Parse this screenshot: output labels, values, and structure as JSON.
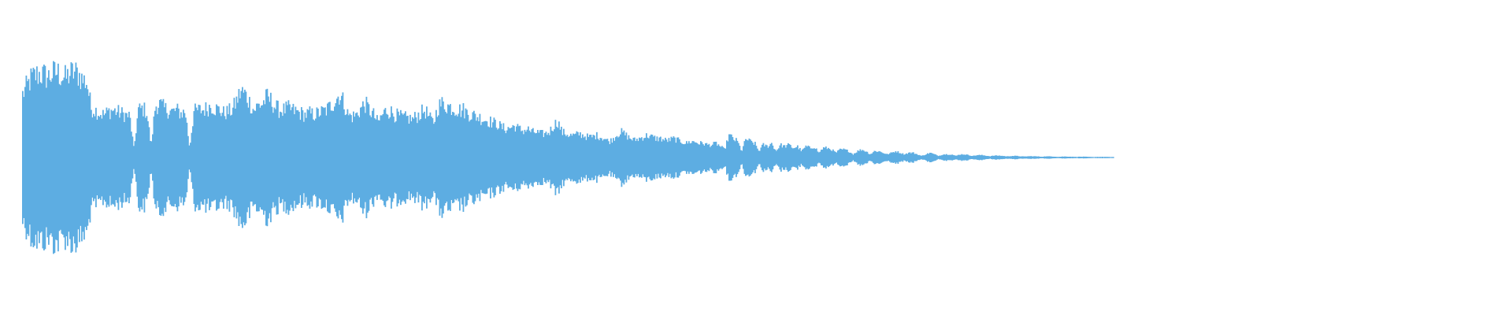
{
  "waveform": {
    "color": "#5dade2",
    "background": "#ffffff",
    "envelope": [
      0.4,
      0.45,
      0.5,
      0.52,
      0.53,
      0.52,
      0.51,
      0.53,
      0.54,
      0.52,
      0.5,
      0.53,
      0.54,
      0.53,
      0.49,
      0.48,
      0.31,
      0.3,
      0.28,
      0.27,
      0.29,
      0.3,
      0.29,
      0.28,
      0.27,
      0.26,
      0.05,
      0.3,
      0.31,
      0.29,
      0.07,
      0.33,
      0.34,
      0.31,
      0.3,
      0.29,
      0.3,
      0.28,
      0.29,
      0.06,
      0.29,
      0.3,
      0.3,
      0.31,
      0.33,
      0.31,
      0.3,
      0.28,
      0.29,
      0.3,
      0.36,
      0.42,
      0.4,
      0.35,
      0.3,
      0.33,
      0.34,
      0.38,
      0.36,
      0.32,
      0.3,
      0.3,
      0.31,
      0.3,
      0.29,
      0.28,
      0.27,
      0.28,
      0.27,
      0.28,
      0.29,
      0.3,
      0.33,
      0.36,
      0.4,
      0.35,
      0.27,
      0.26,
      0.27,
      0.31,
      0.34,
      0.3,
      0.27,
      0.22,
      0.27,
      0.3,
      0.29,
      0.27,
      0.26,
      0.25,
      0.25,
      0.24,
      0.26,
      0.28,
      0.3,
      0.25,
      0.22,
      0.32,
      0.34,
      0.33,
      0.32,
      0.31,
      0.3,
      0.3,
      0.28,
      0.27,
      0.26,
      0.25,
      0.24,
      0.23,
      0.22,
      0.21,
      0.19,
      0.18,
      0.19,
      0.2,
      0.18,
      0.17,
      0.18,
      0.16,
      0.16,
      0.15,
      0.15,
      0.16,
      0.2,
      0.23,
      0.16,
      0.15,
      0.14,
      0.14,
      0.15,
      0.14,
      0.13,
      0.13,
      0.14,
      0.13,
      0.12,
      0.1,
      0.12,
      0.15,
      0.16,
      0.14,
      0.12,
      0.11,
      0.12,
      0.13,
      0.14,
      0.13,
      0.12,
      0.12,
      0.11,
      0.11,
      0.12,
      0.11,
      0.1,
      0.09,
      0.1,
      0.1,
      0.09,
      0.09,
      0.08,
      0.08,
      0.09,
      0.07,
      0.05,
      0.14,
      0.12,
      0.1,
      0.04,
      0.12,
      0.1,
      0.09,
      0.04,
      0.08,
      0.07,
      0.09,
      0.04,
      0.08,
      0.07,
      0.08,
      0.06,
      0.07,
      0.04,
      0.07,
      0.06,
      0.07,
      0.03,
      0.06,
      0.06,
      0.05,
      0.03,
      0.05,
      0.05,
      0.04,
      0.02,
      0.04,
      0.05,
      0.04,
      0.02,
      0.04,
      0.04,
      0.03,
      0.02,
      0.03,
      0.04,
      0.03,
      0.02,
      0.03,
      0.03,
      0.02,
      0.01,
      0.02,
      0.03,
      0.02,
      0.01,
      0.02,
      0.02,
      0.02,
      0.01,
      0.02,
      0.02,
      0.015,
      0.01,
      0.015,
      0.015,
      0.012,
      0.008,
      0.012,
      0.012,
      0.01,
      0.007,
      0.01,
      0.01,
      0.008,
      0.006,
      0.008,
      0.008,
      0.007,
      0.005,
      0.007,
      0.007,
      0.006,
      0.004,
      0.006,
      0.006,
      0.005,
      0.004,
      0.005,
      0.005,
      0.004,
      0.003,
      0.004,
      0.004,
      0.004,
      0.003,
      0.004
    ]
  }
}
